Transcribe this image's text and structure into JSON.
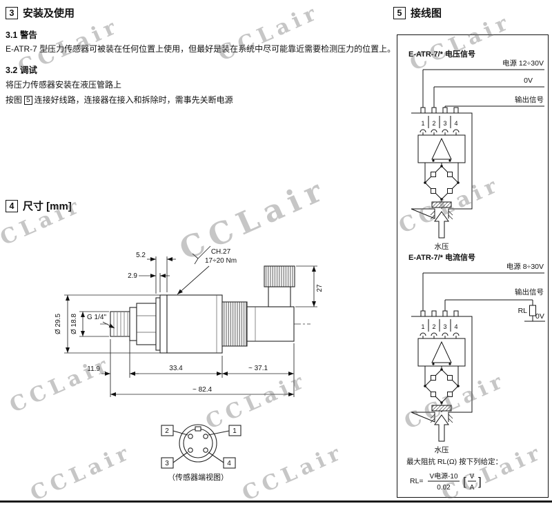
{
  "watermark": {
    "text": "CCLair"
  },
  "section3": {
    "number": "3",
    "title": "安装及使用",
    "warning_title": "3.1 警告",
    "warning_body": "E-ATR-7 型压力传感器可被装在任何位置上使用，但最好是装在系统中尽可能靠近需要检测压力的位置上。",
    "setup_title": "3.2 调试",
    "setup_line1": "将压力传感器安装在液压管路上",
    "setup_line2_pre": "按图",
    "setup_line2_ref": "5",
    "setup_line2_post": "连接好线路，连接器在接入和拆除时，需事先关断电源"
  },
  "section4": {
    "number": "4",
    "title": "尺寸 [mm]",
    "dims": {
      "washer_total": "5.2",
      "washer": "2.9",
      "wrench_size": "CH.27",
      "torque": "17÷20 Nm",
      "connector_height": "27",
      "body_dia": "Ø 29.5",
      "thread_dia": "Ø 18.8",
      "thread": "G 1/4\"",
      "len_thread": "11.9",
      "len_body": "33.4",
      "len_connector": "~ 37.1",
      "len_total": "~ 82.4"
    },
    "pins": {
      "p1": "1",
      "p2": "2",
      "p3": "3",
      "p4": "4"
    },
    "end_view_caption": "（传感器端视图）"
  },
  "section5": {
    "number": "5",
    "title": "接线图",
    "voltage": {
      "title": "E-ATR-7/* 电压信号",
      "supply": "电源 12÷30V",
      "zero": "0V",
      "output": "输出信号",
      "pins": {
        "p1": "1",
        "p2": "2",
        "p3": "3",
        "p4": "4"
      },
      "pressure": "水压"
    },
    "current": {
      "title": "E-ATR-7/* 电流信号",
      "supply": "电源 8÷30V",
      "output": "输出信号",
      "rl": "RL",
      "zero": "0V",
      "pins": {
        "p1": "1",
        "p2": "2",
        "p3": "3",
        "p4": "4"
      },
      "pressure": "水压"
    },
    "formula": {
      "intro": "最大阻抗 RL(Ω) 按下列给定：",
      "lhs": "RL=",
      "numerator": "V电源-10",
      "denominator": "0.02",
      "bracket_open": "[",
      "unit_top": "V",
      "unit_bottom": "A",
      "bracket_close": "]"
    }
  }
}
